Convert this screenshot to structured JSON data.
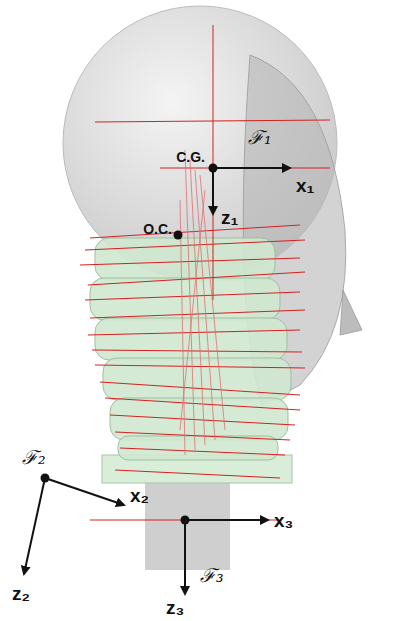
{
  "diagram": {
    "labels": [
      "C.G.",
      "ℱ₁",
      "x₁",
      "z₁",
      "O.C.",
      "ℱ₂",
      "x₂",
      "z₂",
      "x₃",
      "z₃",
      "ℱ₃"
    ]
  }
}
